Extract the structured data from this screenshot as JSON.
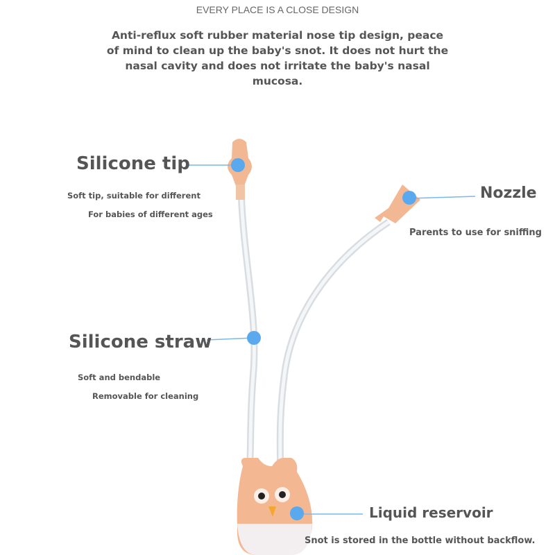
{
  "header": "EVERY PLACE IS A CLOSE DESIGN",
  "intro": "Anti-reflux soft rubber material nose tip design, peace of mind to clean up the baby's snot. It does not hurt the nasal cavity and does not irritate the baby's nasal mucosa.",
  "callouts": {
    "silicone_tip": {
      "title": "Silicone tip",
      "lines": [
        "Soft tip, suitable for different",
        "For babies of different ages"
      ]
    },
    "nozzle": {
      "title": "Nozzle",
      "lines": [
        "Parents to use for sniffing"
      ]
    },
    "silicone_straw": {
      "title": "Silicone straw",
      "lines": [
        "Soft and bendable",
        "Removable for cleaning"
      ]
    },
    "liquid_reservoir": {
      "title": "Liquid reservoir",
      "lines": [
        "Snot is stored in the bottle without backflow."
      ]
    }
  },
  "colors": {
    "marker": "#5aa8ee",
    "product": "#f2b893",
    "text": "#555555"
  }
}
